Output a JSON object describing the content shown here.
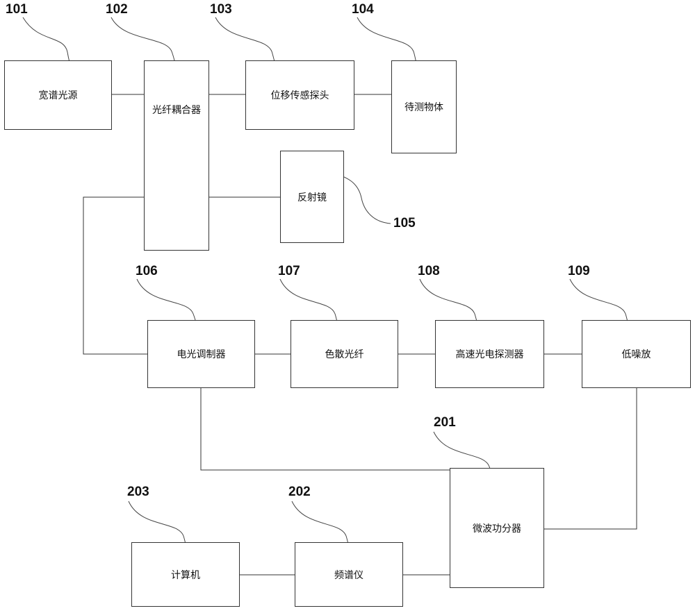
{
  "blocks": {
    "b101": {
      "label": "宽谱光源",
      "number": "101"
    },
    "b102": {
      "label": "光纤耦合器",
      "number": "102"
    },
    "b103": {
      "label": "位移传感探头",
      "number": "103"
    },
    "b104": {
      "label": "待测物体",
      "number": "104"
    },
    "b105": {
      "label": "反射镜",
      "number": "105"
    },
    "b106": {
      "label": "电光调制器",
      "number": "106"
    },
    "b107": {
      "label": "色散光纤",
      "number": "107"
    },
    "b108": {
      "label": "高速光电探测器",
      "number": "108"
    },
    "b109": {
      "label": "低噪放",
      "number": "109"
    },
    "b201": {
      "label": "微波功分器",
      "number": "201"
    },
    "b202": {
      "label": "频谱仪",
      "number": "202"
    },
    "b203": {
      "label": "计算机",
      "number": "203"
    }
  },
  "colors": {
    "line": "#333333",
    "text": "#111111"
  }
}
